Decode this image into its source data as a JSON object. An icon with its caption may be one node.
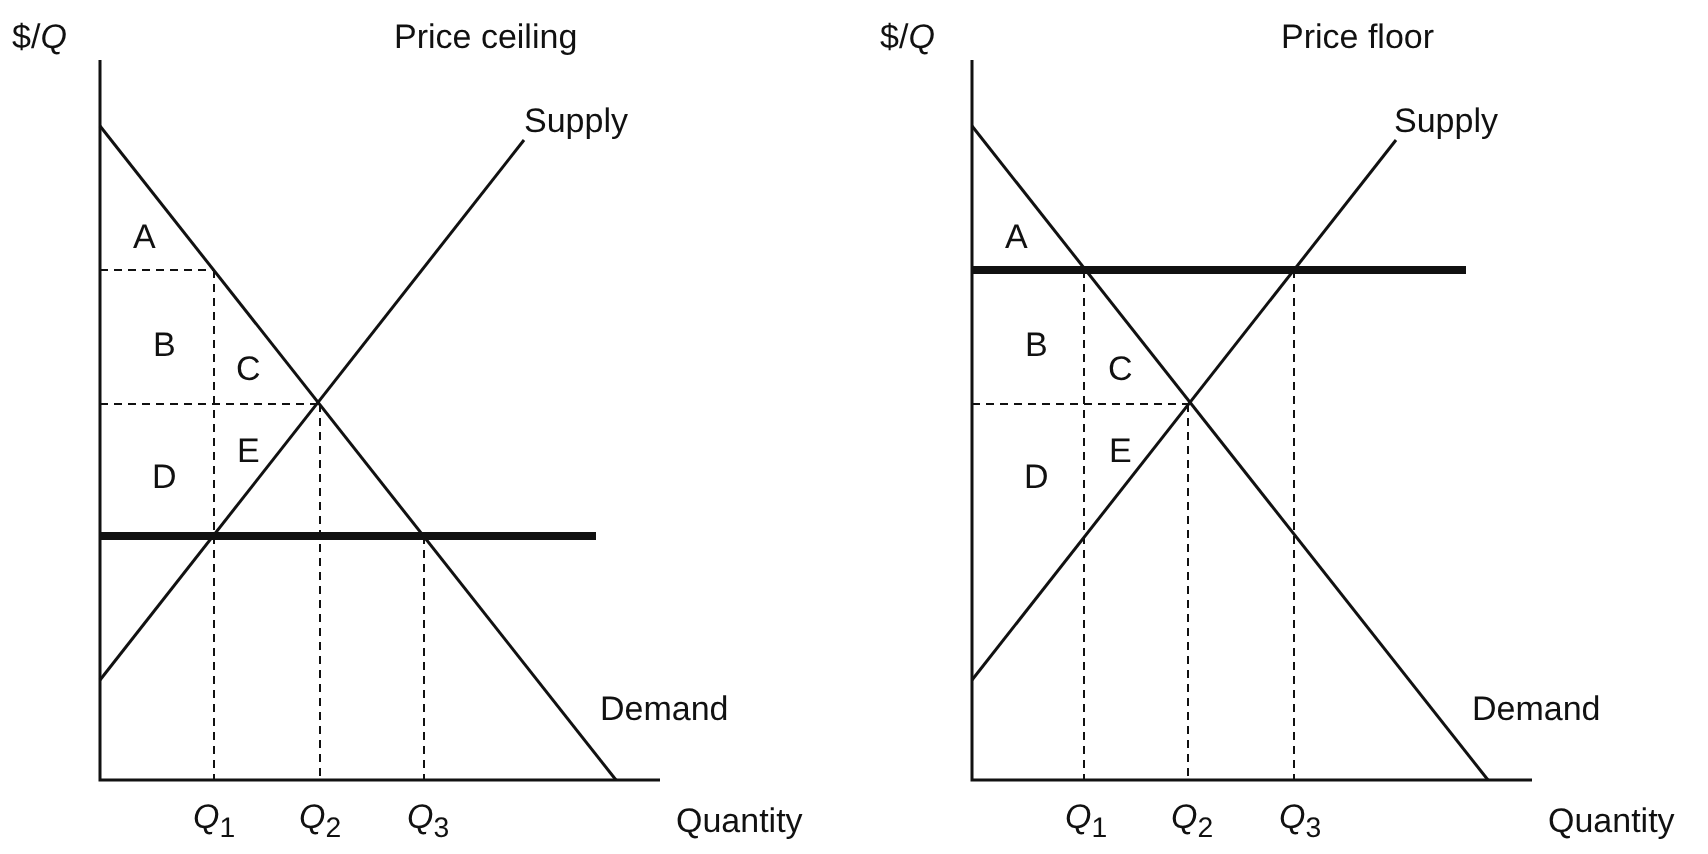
{
  "diagram": {
    "labels": [
      "$/*Q*",
      "Price ceiling",
      "Supply",
      "A",
      "B",
      "C",
      "E",
      "D",
      "Demand",
      "*Q*$_{1}$",
      "*Q*$_{2}$",
      "*Q*$_{3}$",
      "Quantity",
      "$/*Q*",
      "Price floor",
      "Supply",
      "A",
      "B",
      "C",
      "E",
      "D",
      "Demand",
      "*Q*$_{1}$",
      "*Q*$_{2}$",
      "*Q*$_{3}$",
      "Quantity"
    ]
  }
}
